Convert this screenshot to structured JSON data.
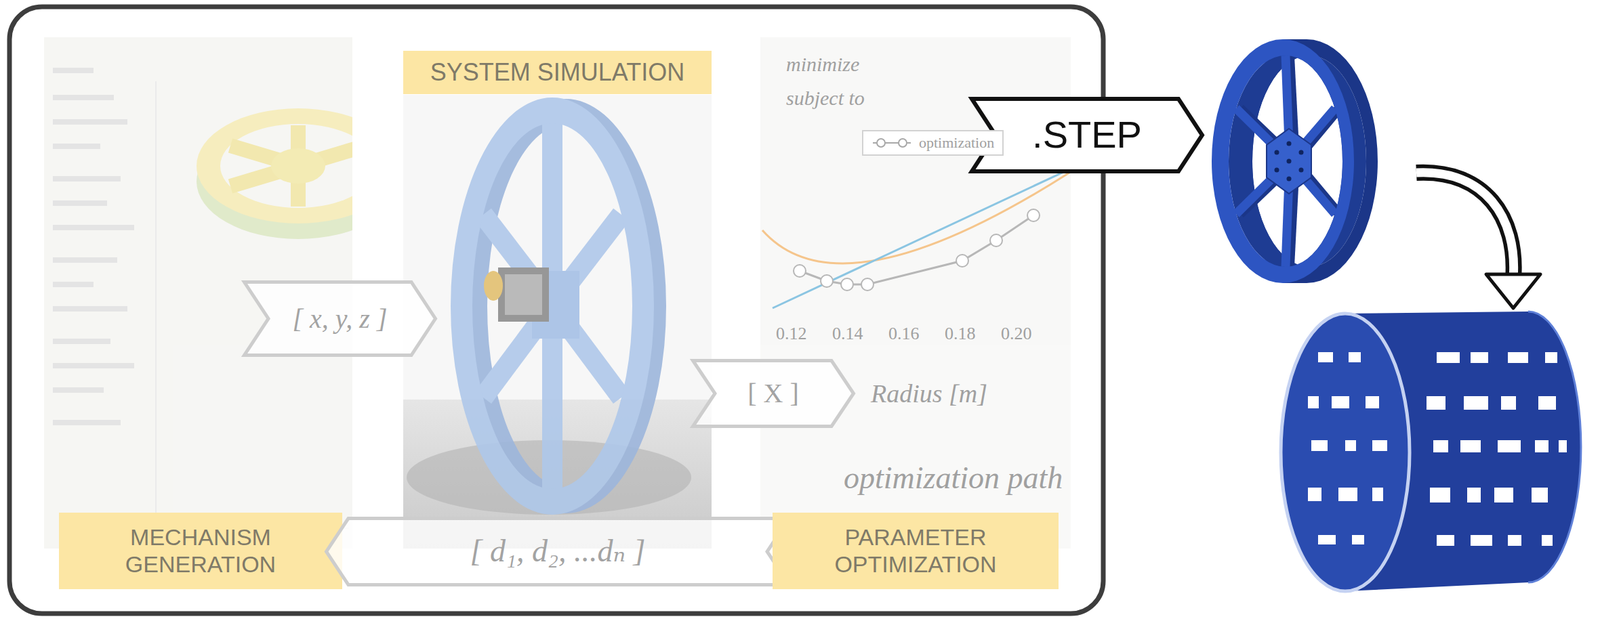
{
  "diagram": {
    "nodes": [
      {
        "text": [
          "SYSTEM SIMULATION"
        ]
      },
      {
        "text": [
          ".STEP"
        ]
      },
      {
        "text": [
          "[ x, y, z ]"
        ]
      },
      {
        "text": [
          "[ X ]"
        ]
      },
      {
        "text": [
          "MECHANISM GENERATION"
        ]
      },
      {
        "text": [
          "[ d₁, d₂, ...dₙ ]"
        ]
      },
      {
        "text": [
          "PARAMETER OPTIMIZATION"
        ]
      }
    ],
    "labels": [
      "minimize",
      "subject to",
      "0.12",
      "0.14",
      "0.16",
      "0.18",
      "0.20",
      "Radius [m]",
      "optimization path"
    ],
    "legend": [
      {
        "text": "optimization"
      }
    ]
  }
}
